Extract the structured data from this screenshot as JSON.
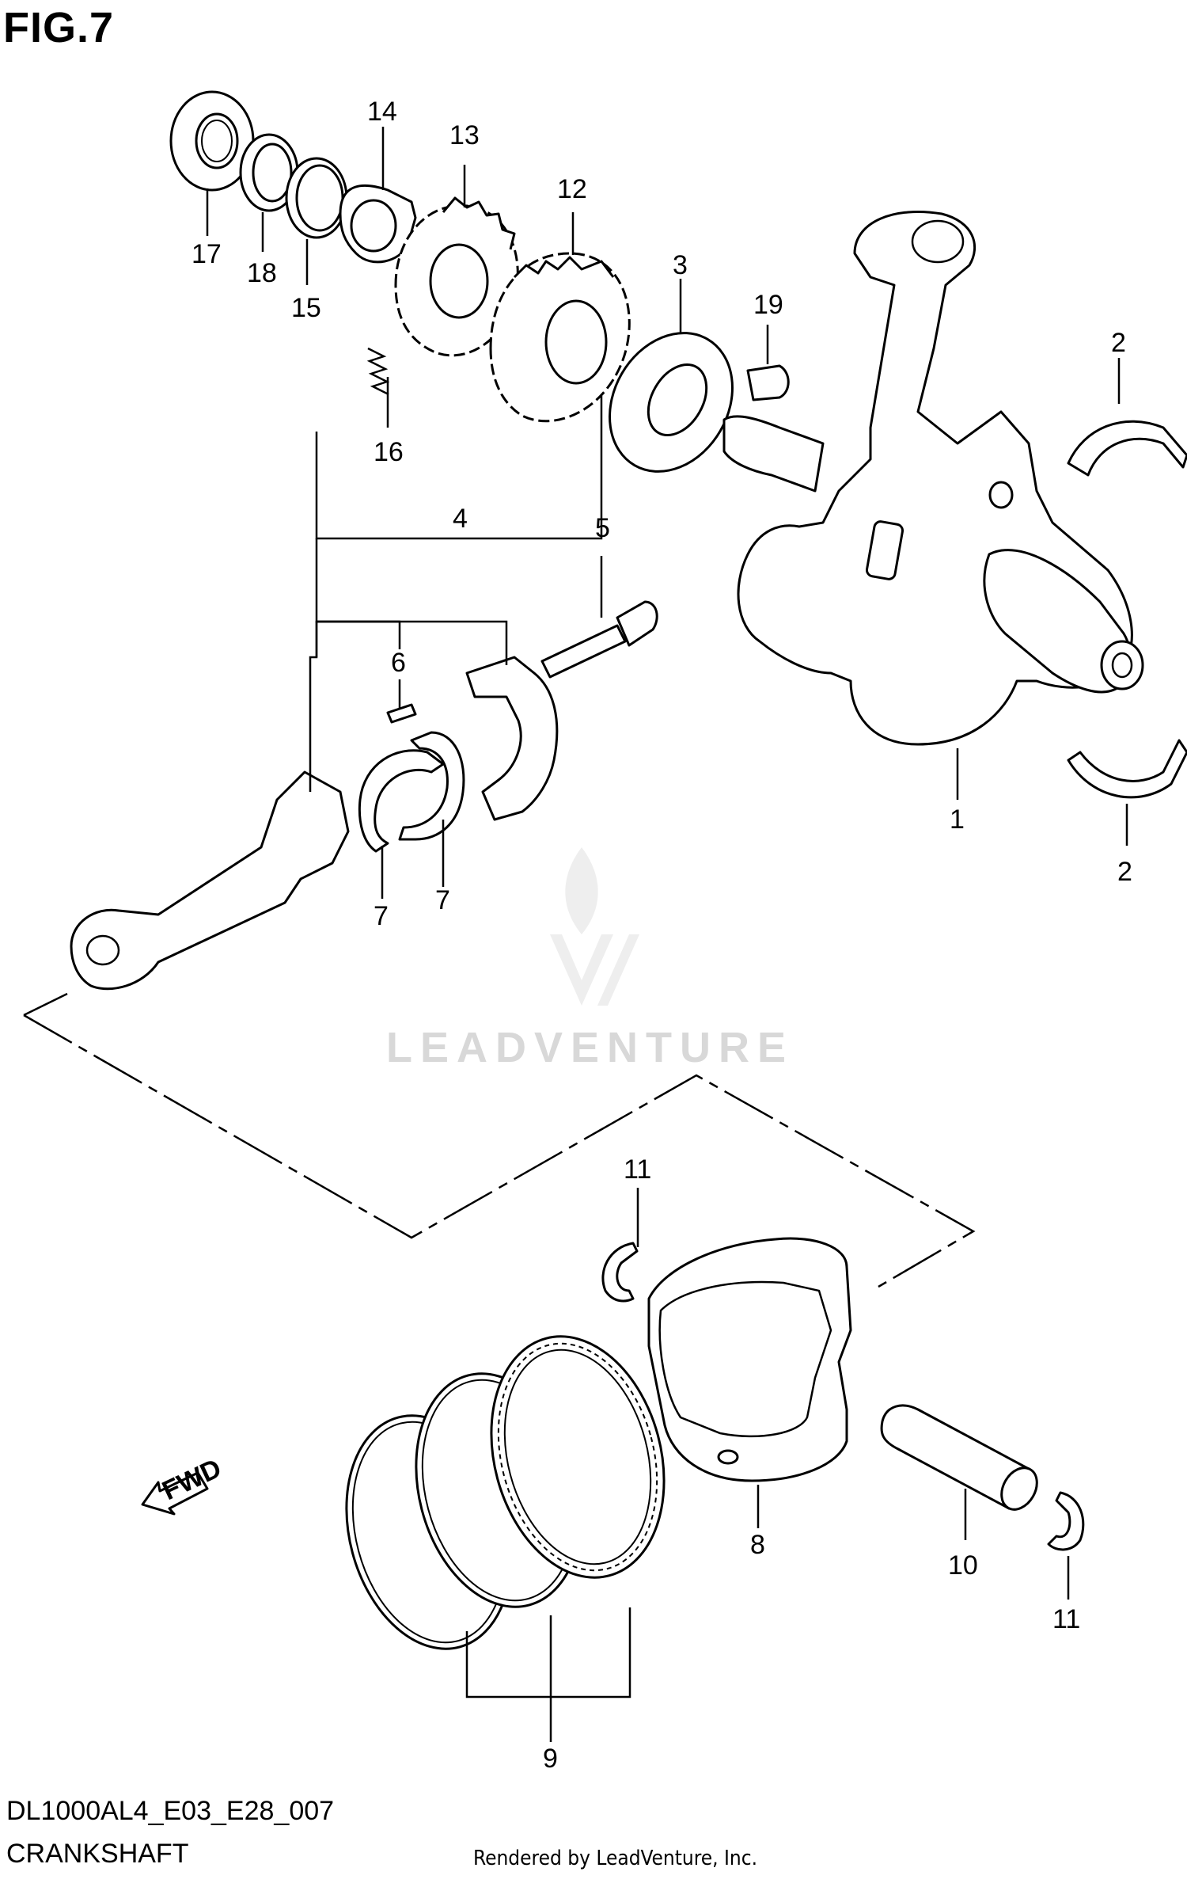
{
  "figure": {
    "title": "FIG.7",
    "code": "DL1000AL4_E03_E28_007",
    "name": "CRANKSHAFT",
    "credit": "Rendered by LeadVenture, Inc.",
    "watermark": "LEADVENTURE",
    "fwd_label": "FWD"
  },
  "callouts": [
    "1",
    "2",
    "2",
    "3",
    "4",
    "5",
    "6",
    "7",
    "7",
    "8",
    "9",
    "10",
    "11",
    "11",
    "12",
    "13",
    "14",
    "15",
    "16",
    "17",
    "18",
    "19"
  ],
  "icons": [
    "fwd-arrow-icon",
    "leadventure-logo-icon"
  ]
}
